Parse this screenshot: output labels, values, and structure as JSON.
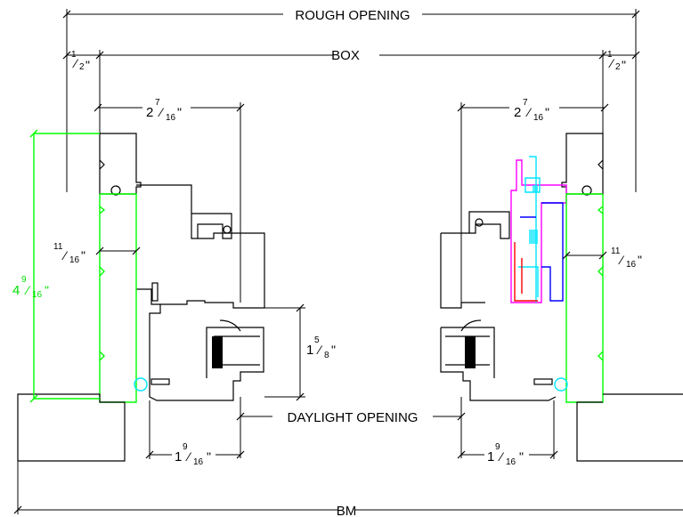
{
  "labels": {
    "rough_opening": "ROUGH OPENING",
    "box": "BOX",
    "daylight_opening": "DAYLIGHT OPENING",
    "bm": "BM"
  },
  "dimensions": {
    "half_left": {
      "whole": "",
      "num": "1",
      "den": "2",
      "unit": "\""
    },
    "half_right": {
      "whole": "",
      "num": "1",
      "den": "2",
      "unit": "\""
    },
    "frame_left": {
      "whole": "2",
      "num": "7",
      "den": "16",
      "unit": "\""
    },
    "frame_right": {
      "whole": "2",
      "num": "7",
      "den": "16",
      "unit": "\""
    },
    "jamb_left": {
      "whole": "",
      "num": "11",
      "den": "16",
      "unit": "\""
    },
    "jamb_right": {
      "whole": "",
      "num": "11",
      "den": "16",
      "unit": "\""
    },
    "height_green": {
      "whole": "4",
      "num": "9",
      "den": "16",
      "unit": "\""
    },
    "sash": {
      "whole": "1",
      "num": "5",
      "den": "8",
      "unit": "\""
    },
    "bottom_left": {
      "whole": "1",
      "num": "9",
      "den": "16",
      "unit": "\""
    },
    "bottom_right": {
      "whole": "1",
      "num": "9",
      "den": "16",
      "unit": "\""
    }
  },
  "colors": {
    "line": "#000000",
    "green": "#00ff00",
    "cyan": "#00e5ff",
    "magenta": "#ff00ff",
    "blue": "#0000ff",
    "red": "#ff0000"
  }
}
